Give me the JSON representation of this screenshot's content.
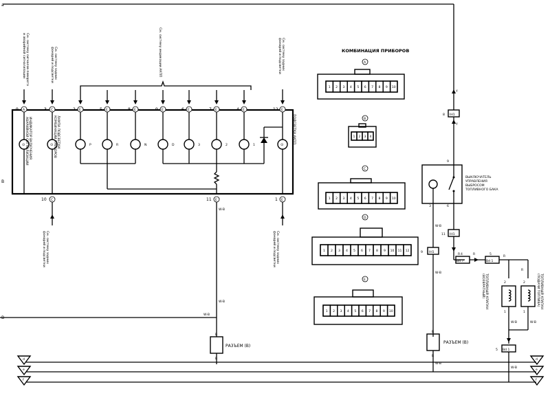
{
  "left_refs": {
    "top_left": "a",
    "pin_a9": "9",
    "connector_a": "A",
    "pin_c3": "3",
    "connector_c": "C",
    "mid_left": "B",
    "mid_left2": "B"
  },
  "top_pins": [
    {
      "num": "9",
      "conn": "A"
    },
    {
      "num": "3",
      "conn": "C"
    },
    {
      "num": "2",
      "conn": "E"
    },
    {
      "num": "5",
      "conn": "E"
    },
    {
      "num": "8",
      "conn": "E"
    },
    {
      "num": "9",
      "conn": "E"
    },
    {
      "num": "6",
      "conn": "E"
    },
    {
      "num": "7",
      "conn": "E"
    },
    {
      "num": "4",
      "conn": "E"
    },
    {
      "num": "12",
      "conn": "E"
    }
  ],
  "top_notes": {
    "hazard": "См. систему сигналов поворота и аварийной сигнализации",
    "rear_lights": "См. систему задних фонарей и подсветки",
    "at_indicator": "См. систему индикации АКПП",
    "rear_lights2": "См. систему задних фонарей и подсветки"
  },
  "bottom_notes": {
    "rear_lights_left": "См. систему задних фонарей и подсветки",
    "rear_lights_right": "См. систему задних фонарей и подсветки"
  },
  "lamps": {
    "hazard": "ИНДИКАТОР ВКЛЮЧЕНИЯ АВАРИЙНОЙ СИГНАЛИЗАЦИИ",
    "rear_fog": "ЛАМПА ПОДСВЕТКИ КОМБИНАЦИИ ПРИБОРОВ",
    "at_lights": [
      "P",
      "R",
      "N",
      "D",
      "3",
      "2",
      "1"
    ],
    "backlight": "ПОДСВЕТКА АКПП"
  },
  "bottom_pins": [
    {
      "num": "10",
      "conn": "C"
    },
    {
      "num": "11",
      "conn": "E"
    },
    {
      "num": "1",
      "conn": "E"
    }
  ],
  "wire_colors": {
    "wb_1": "W-B",
    "wb_2": "W-B",
    "wb_3": "W-B",
    "y_1": "Y",
    "y_2": "Y",
    "wb_4": "W-B",
    "wb_5": "W-B",
    "wb_6": "W-B",
    "r_1": "R",
    "r_2": "R",
    "r_3": "R",
    "r_4": "R",
    "wb_7": "W-B",
    "wb_8": "W-B",
    "wb_9": "W-B"
  },
  "connector_panel": {
    "title": "КОМБИНАЦИЯ ПРИБОРОВ",
    "a_label": "A",
    "a_pins": [
      "1",
      "2",
      "3",
      "4",
      "5",
      "6",
      "7",
      "8",
      "9",
      "10"
    ],
    "b_label": "B",
    "b_pins": [
      "1",
      "2",
      "3",
      "4"
    ],
    "c_label": "C",
    "c_pins": [
      "1",
      "2",
      "3",
      "4",
      "5",
      "6",
      "7",
      "8",
      "9",
      "10"
    ],
    "d_label": "D",
    "d_pins": [
      "1",
      "2",
      "3",
      "4",
      "5",
      "6",
      "7",
      "8",
      "9",
      "10",
      "11",
      "12"
    ],
    "e_label": "E",
    "e_pins": [
      "1",
      "2",
      "3",
      "4",
      "5",
      "6",
      "7",
      "8",
      "9",
      "10"
    ]
  },
  "right_side": {
    "ih1_top": "IH1",
    "ih1_top_pin": "8",
    "switch_pin_top": "9",
    "switch_label": "ВЫКЛЮЧАТЕЛЬ УПРАВЛЕНИЯ ВЫБРОСОМ ТОПЛИВНОГО БАКА",
    "switch_pin3": "3",
    "switch_pin6": "6",
    "ih1_mid": "IH1",
    "ih1_mid_pin": "11",
    "ih1_left": "IH1",
    "ih1_left_pin": "9",
    "bd7": "Bd 7",
    "bd7_pin": "4",
    "bd1": "Bd 1",
    "bd1_pin": "5",
    "valve_left": "ТОПЛИВНЫЙ КЛАПАН (ВОЗВРАТНЫЙ)",
    "valve_right": "ТОПЛИВНЫЙ КЛАПАН (ПОДАЧИ ТОПЛИВА)",
    "valve_pin2a": "2",
    "valve_pin2b": "2",
    "valve_pin1a": "1",
    "valve_pin1b": "1",
    "bd1_bottom": "Bd 1",
    "bd1_bottom_pin": "5",
    "splice_right": "РАЗЪЕМ (B)",
    "splice_letter_top": "B",
    "splice_letter_bot": "B"
  },
  "splice_left": {
    "label": "РАЗЪЕМ (B)",
    "top": "B",
    "bot": "B"
  },
  "ground_refs": {
    "g_d": "d",
    "g_e": "e",
    "g_f": "f",
    "g_d2": "d",
    "g_e2": "e",
    "g_f2": "f"
  }
}
